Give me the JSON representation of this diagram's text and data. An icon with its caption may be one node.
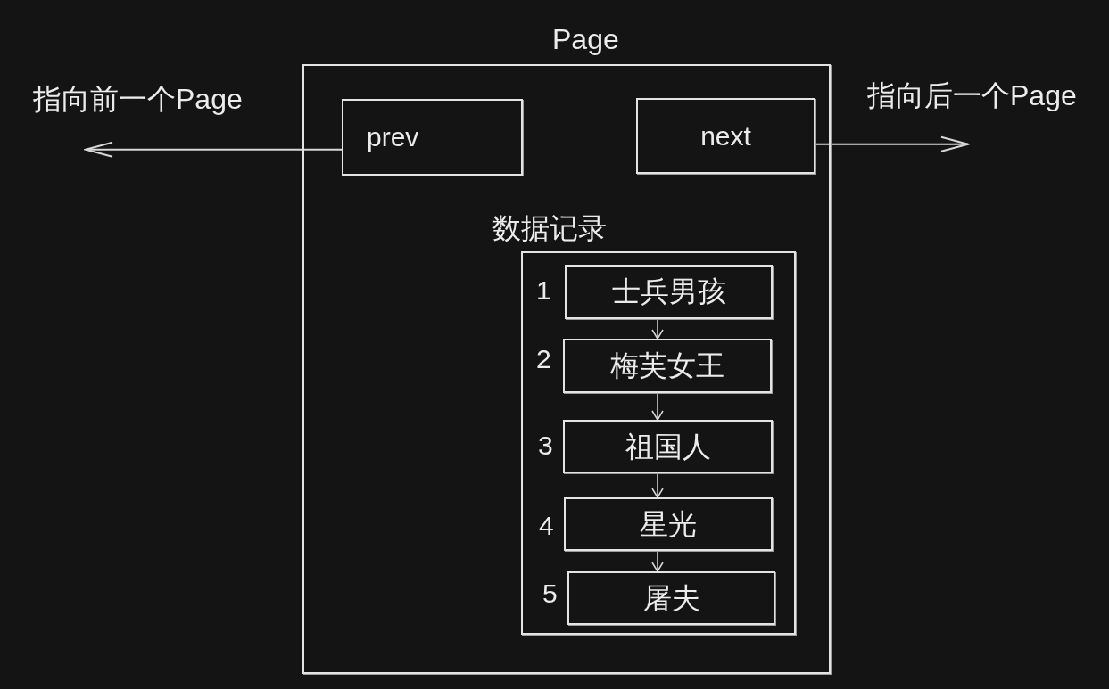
{
  "diagram": {
    "nodes": [
      {
        "text": [
          "Page"
        ]
      },
      {
        "text": [
          "prev"
        ],
        "in": 0
      },
      {
        "text": [
          "next"
        ],
        "in": 0
      },
      {
        "text": [
          "数据记录"
        ],
        "in": 0
      },
      {
        "text": [
          "士兵男孩"
        ],
        "in": 3,
        "beside": [
          "1"
        ]
      },
      {
        "text": [
          "梅芙女王"
        ],
        "in": 3,
        "beside": [
          "2"
        ]
      },
      {
        "text": [
          "祖国人"
        ],
        "in": 3,
        "beside": [
          "3"
        ]
      },
      {
        "text": [
          "星光"
        ],
        "in": 3,
        "beside": [
          "4"
        ]
      },
      {
        "text": [
          "屠夫"
        ],
        "in": 3,
        "beside": [
          "5"
        ]
      },
      {
        "text": [
          "指向前一个Page"
        ]
      },
      {
        "text": [
          "指向后一个Page"
        ]
      }
    ],
    "edges": [
      {
        "from": 1,
        "to": 9,
        "arrow": "to"
      },
      {
        "from": 2,
        "to": 10,
        "arrow": "to"
      },
      {
        "from": 4,
        "to": 5,
        "arrow": "to"
      },
      {
        "from": 5,
        "to": 6,
        "arrow": "to"
      },
      {
        "from": 6,
        "to": 7,
        "arrow": "to"
      },
      {
        "from": 7,
        "to": 8,
        "arrow": "to"
      }
    ]
  }
}
